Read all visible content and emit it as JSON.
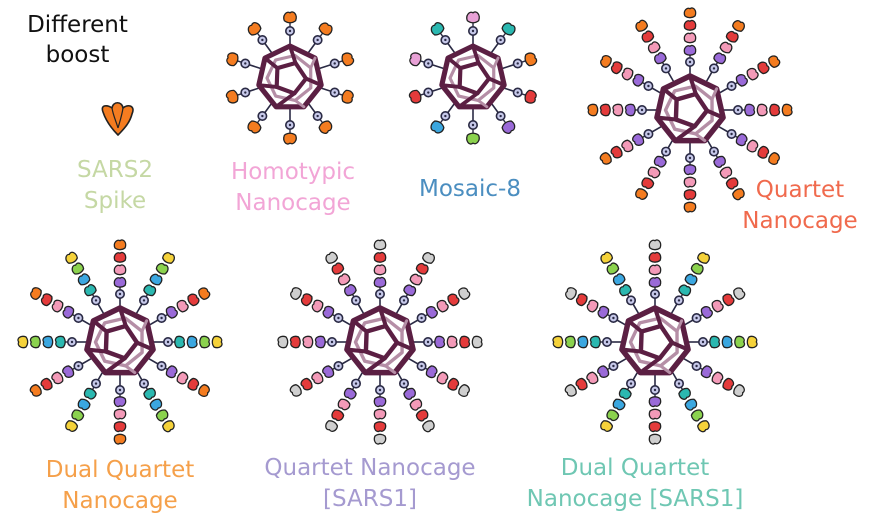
{
  "title": {
    "lines": [
      "Different",
      "boost"
    ]
  },
  "colors": {
    "cage_dark": "#5b1f43",
    "cage_light": "#b58ea6",
    "linker": "#2a2a44",
    "node_ring": "#2a2a44",
    "node_fill": "#c7c9ea"
  },
  "items": [
    {
      "key": "spike",
      "type": "spike",
      "label_lines": [
        "SARS2",
        "Spike"
      ],
      "label_color": "#c5d8a4"
    },
    {
      "key": "homo",
      "type": "single",
      "label_lines": [
        "Homotypic",
        "Nanocage"
      ],
      "label_color": "#f2a5d6",
      "antigen_colors": [
        "#f47c20"
      ]
    },
    {
      "key": "mosaic8",
      "type": "single",
      "label_lines": [
        "Mosaic-8"
      ],
      "label_color": "#4b8ec0",
      "antigen_colors": [
        "#e8a1d6",
        "#2bb8b0",
        "#f47c20",
        "#e43b3b",
        "#9a6ad8",
        "#8bd24e",
        "#3ba7e0",
        "#e43b3b"
      ]
    },
    {
      "key": "quartet",
      "type": "quartet",
      "label_lines": [
        "Quartet",
        "Nanocage"
      ],
      "label_color": "#f06a4d",
      "antigen_colors": [
        "#9a6ad8",
        "#f39ab8",
        "#e43b3b",
        "#f47c20"
      ]
    },
    {
      "key": "dual",
      "type": "dual",
      "label_lines": [
        "Dual Quartet",
        "Nanocage"
      ],
      "label_color": "#f5a04a",
      "antigen_colors": [
        "#9a6ad8",
        "#f39ab8",
        "#e43b3b",
        "#f47c20",
        "#2bb8b0",
        "#3ba7e0",
        "#8bd24e",
        "#f5d23a"
      ]
    },
    {
      "key": "quartet_s1",
      "type": "quartet",
      "label_lines": [
        "Quartet Nanocage",
        "[SARS1]"
      ],
      "label_color": "#a59ad0",
      "antigen_colors": [
        "#9a6ad8",
        "#f39ab8",
        "#e43b3b",
        "#cfcfcf"
      ]
    },
    {
      "key": "dual_s1",
      "type": "dual",
      "label_lines": [
        "Dual Quartet",
        "Nanocage [SARS1]"
      ],
      "label_color": "#6fc7b3",
      "antigen_colors": [
        "#9a6ad8",
        "#f39ab8",
        "#e43b3b",
        "#cfcfcf",
        "#2bb8b0",
        "#3ba7e0",
        "#8bd24e",
        "#f5d23a"
      ]
    }
  ]
}
